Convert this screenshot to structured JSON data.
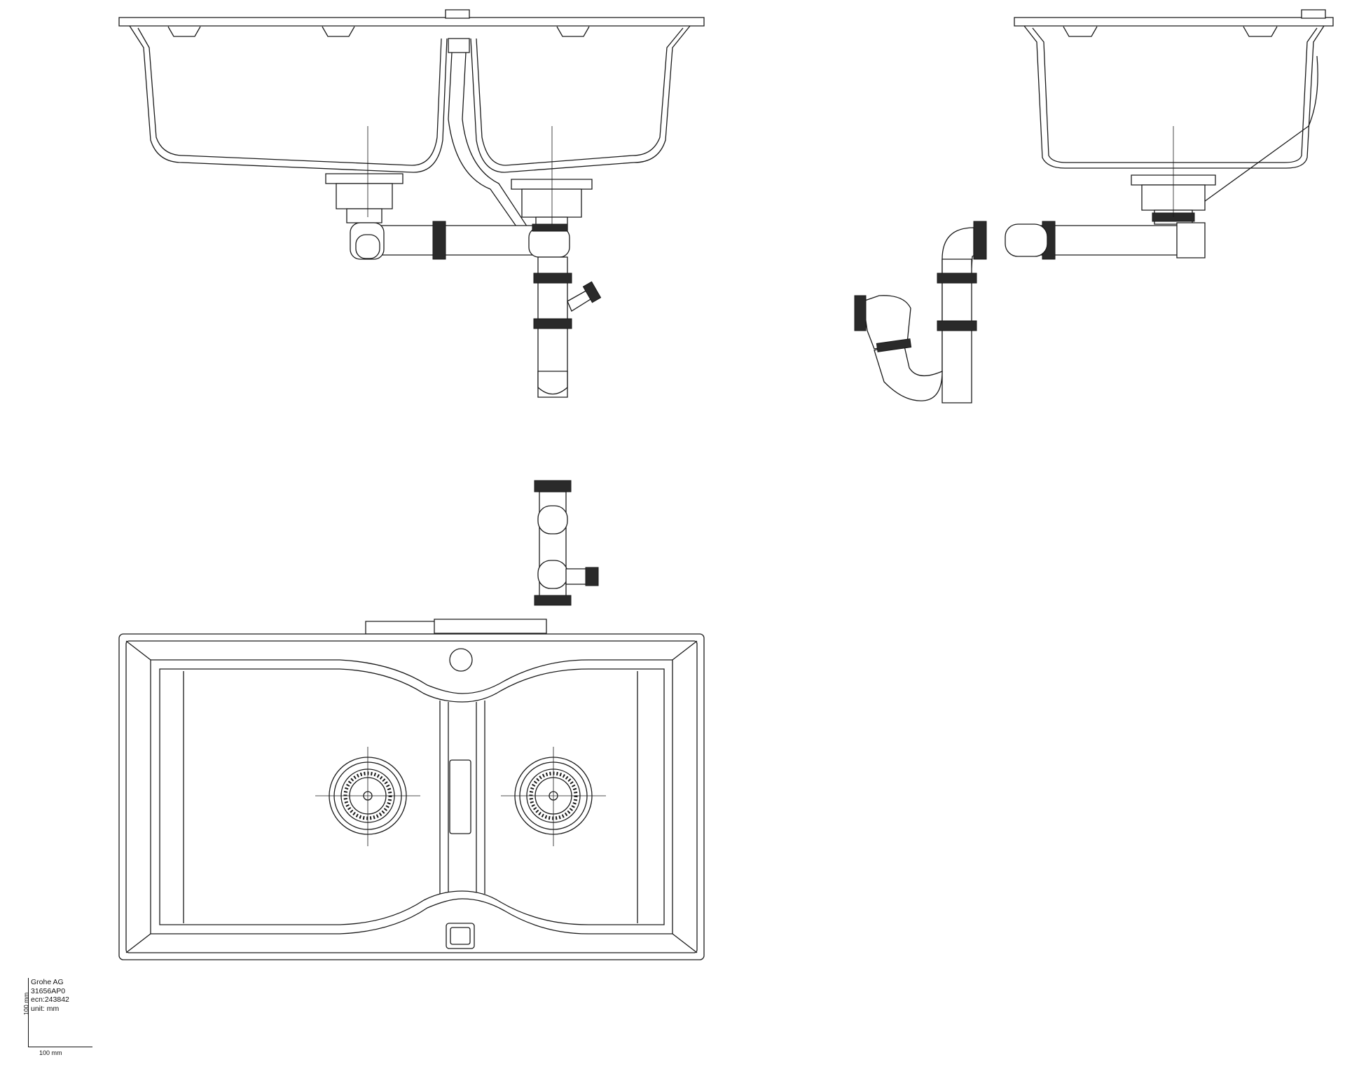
{
  "title_block": {
    "company": "Grohe AG",
    "article": "31656AP0",
    "ecn": "ecn:243842",
    "unit": "unit: mm",
    "scale_vertical_label": "100 mm",
    "scale_horizontal_label": "100 mm"
  },
  "views": [
    "front-elevation",
    "side-elevation",
    "top-plan"
  ],
  "colors": {
    "line": "#1a1a1a",
    "background": "#ffffff"
  }
}
